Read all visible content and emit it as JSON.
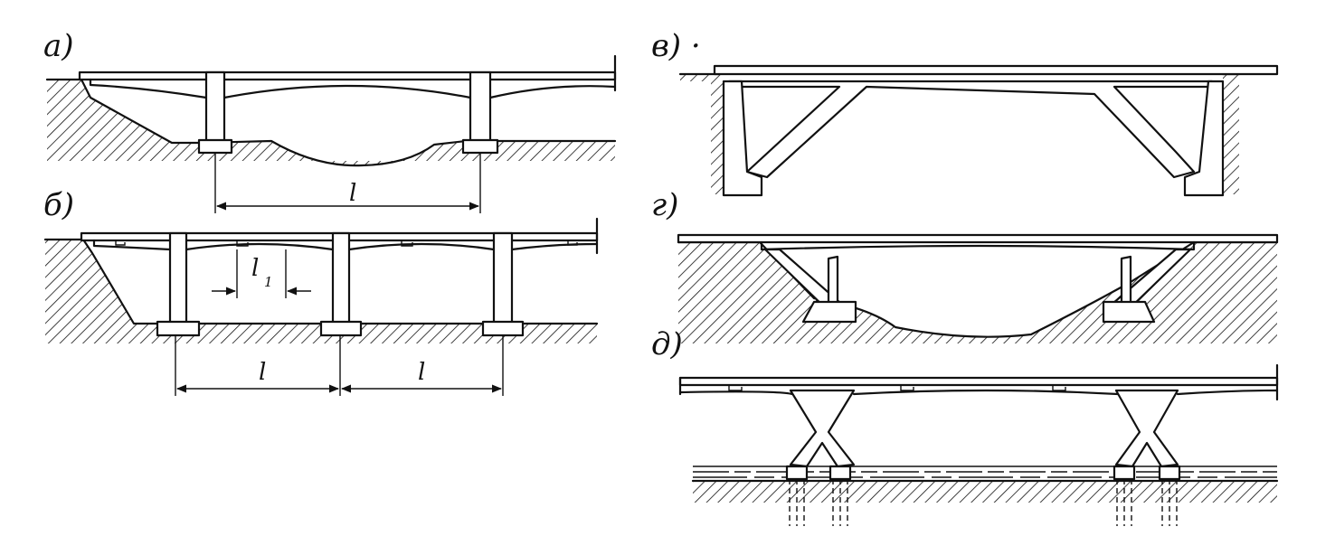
{
  "figure": {
    "panels": [
      {
        "id": "a",
        "label": "а)"
      },
      {
        "id": "b",
        "label": "б)"
      },
      {
        "id": "v",
        "label": "в) ·"
      },
      {
        "id": "g",
        "label": "г)"
      },
      {
        "id": "d",
        "label": "д)"
      }
    ],
    "dimensions": {
      "a_span": "l",
      "b_subspan_main": "l",
      "b_subspan_sub": "1",
      "b_span_left": "l",
      "b_span_right": "l"
    }
  }
}
